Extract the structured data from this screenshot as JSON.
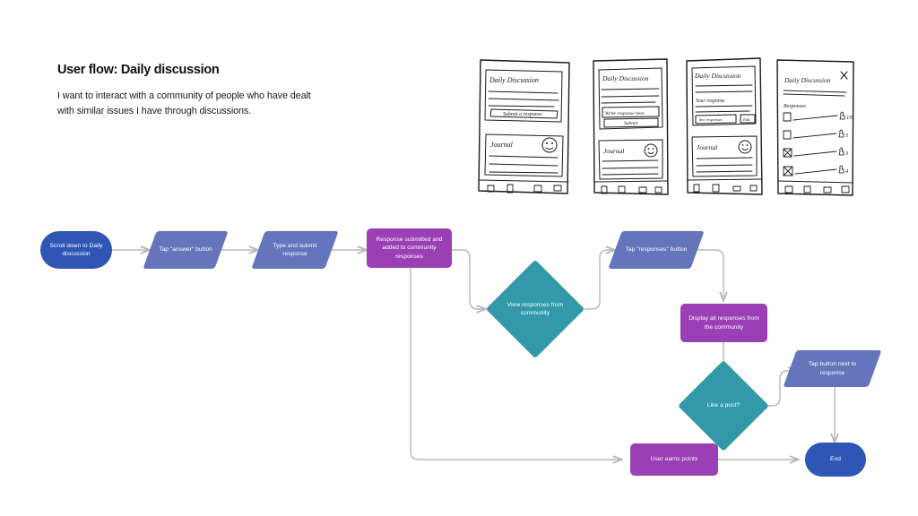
{
  "header": {
    "title": "User flow: Daily discussion",
    "subtitle": "I want to interact with a community of people who have dealt with similar issues I have through discussions."
  },
  "wireframes": [
    {
      "name": "phone-submit-response",
      "card_title": "Daily Discussion",
      "button": "Submit a response",
      "journal_title": "Journal"
    },
    {
      "name": "phone-write-response",
      "card_title": "Daily Discussion",
      "input_placeholder": "Write response here",
      "button": "Submit",
      "journal_title": "Journal"
    },
    {
      "name": "phone-your-response",
      "card_title": "Daily Discussion",
      "response_label": "Your response",
      "button_primary": "See responses",
      "button_secondary": "Edit",
      "journal_title": "Journal"
    },
    {
      "name": "phone-responses-list",
      "card_title": "Daily Discussion",
      "close_icon": "close-icon",
      "section_label": "Responses",
      "responses": [
        {
          "likes": "10"
        },
        {
          "likes": "5"
        },
        {
          "likes": "3"
        },
        {
          "likes": "4"
        }
      ]
    }
  ],
  "flow": {
    "nodes": [
      {
        "id": "start",
        "label": "Scroll down to Daily discussion",
        "shape": "pill",
        "color": "#2f55b5"
      },
      {
        "id": "tap-answer",
        "label": "Tap \"answer\" button",
        "shape": "parallelogram",
        "color": "#6575bb"
      },
      {
        "id": "type-submit",
        "label": "Type and submit response",
        "shape": "parallelogram",
        "color": "#6575bb"
      },
      {
        "id": "response-added",
        "label": "Response submitted and added to community responses",
        "shape": "rectangle",
        "color": "#9b3fb5"
      },
      {
        "id": "view-responses",
        "label": "View responses from community",
        "shape": "diamond",
        "color": "#3399a8"
      },
      {
        "id": "tap-responses",
        "label": "Tap \"responses\" button",
        "shape": "parallelogram",
        "color": "#6575bb"
      },
      {
        "id": "display-all",
        "label": "Display all responses from the community",
        "shape": "rectangle",
        "color": "#9b3fb5"
      },
      {
        "id": "like-post",
        "label": "Like a post?",
        "shape": "diamond",
        "color": "#3399a8"
      },
      {
        "id": "tap-button-next",
        "label": "Tap button next to response",
        "shape": "parallelogram",
        "color": "#6575bb"
      },
      {
        "id": "user-earns",
        "label": "User earns points",
        "shape": "rectangle",
        "color": "#9b3fb5"
      },
      {
        "id": "end",
        "label": "End",
        "shape": "pill",
        "color": "#2f55b5"
      }
    ],
    "connector_color": "#b8b8b8"
  }
}
